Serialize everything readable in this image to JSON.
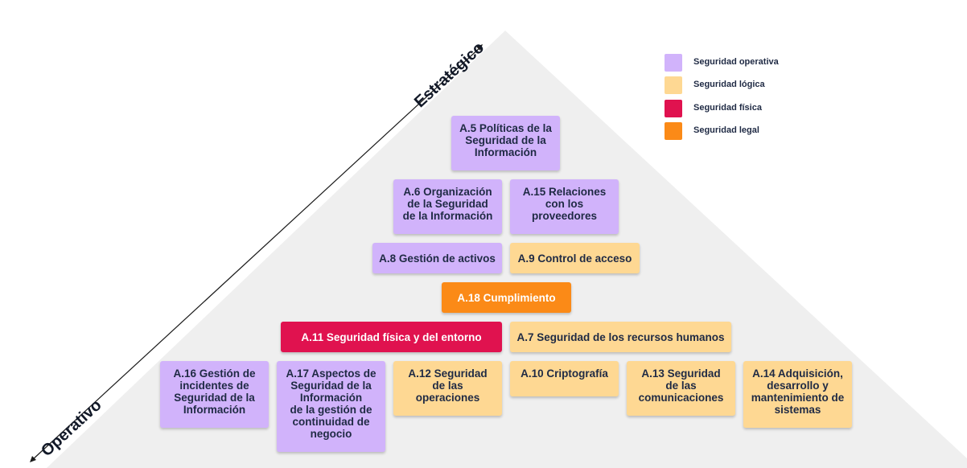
{
  "colors": {
    "operativa": "#d1b3fb",
    "logica": "#fed893",
    "fisica": "#e0124f",
    "legal": "#fb8a17",
    "pyramid": "#efefef"
  },
  "axis": {
    "top_label": "Estratégico",
    "bottom_label": "Operativo"
  },
  "legend": [
    {
      "label": "Seguridad operativa",
      "color": "#d1b3fb"
    },
    {
      "label": "Seguridad lógica",
      "color": "#fed893"
    },
    {
      "label": "Seguridad física",
      "color": "#e0124f"
    },
    {
      "label": "Seguridad legal",
      "color": "#fb8a17"
    }
  ],
  "controls": {
    "a5": "A.5 Políticas de la\nSeguridad de la\nInformación",
    "a6": "A.6 Organización\nde la Seguridad\nde la Información",
    "a15": "A.15 Relaciones\ncon los\nproveedores",
    "a8": "A.8 Gestión de activos",
    "a9": "A.9 Control de acceso",
    "a18": "A.18 Cumplimiento",
    "a11": "A.11 Seguridad física y del entorno",
    "a7": "A.7 Seguridad de los recursos humanos",
    "a16": "A.16 Gestión de\nincidentes de\nSeguridad de la\nInformación",
    "a17": "A.17 Aspectos de\nSeguridad de la\nInformación\nde la gestión de\ncontinuidad de\nnegocio",
    "a12": "A.12 Seguridad\nde las\noperaciones",
    "a10": "A.10 Criptografía",
    "a13": "A.13 Seguridad\nde las\ncomunicaciones",
    "a14": "A.14 Adquisición,\ndesarrollo y\nmantenimiento de\nsistemas"
  }
}
